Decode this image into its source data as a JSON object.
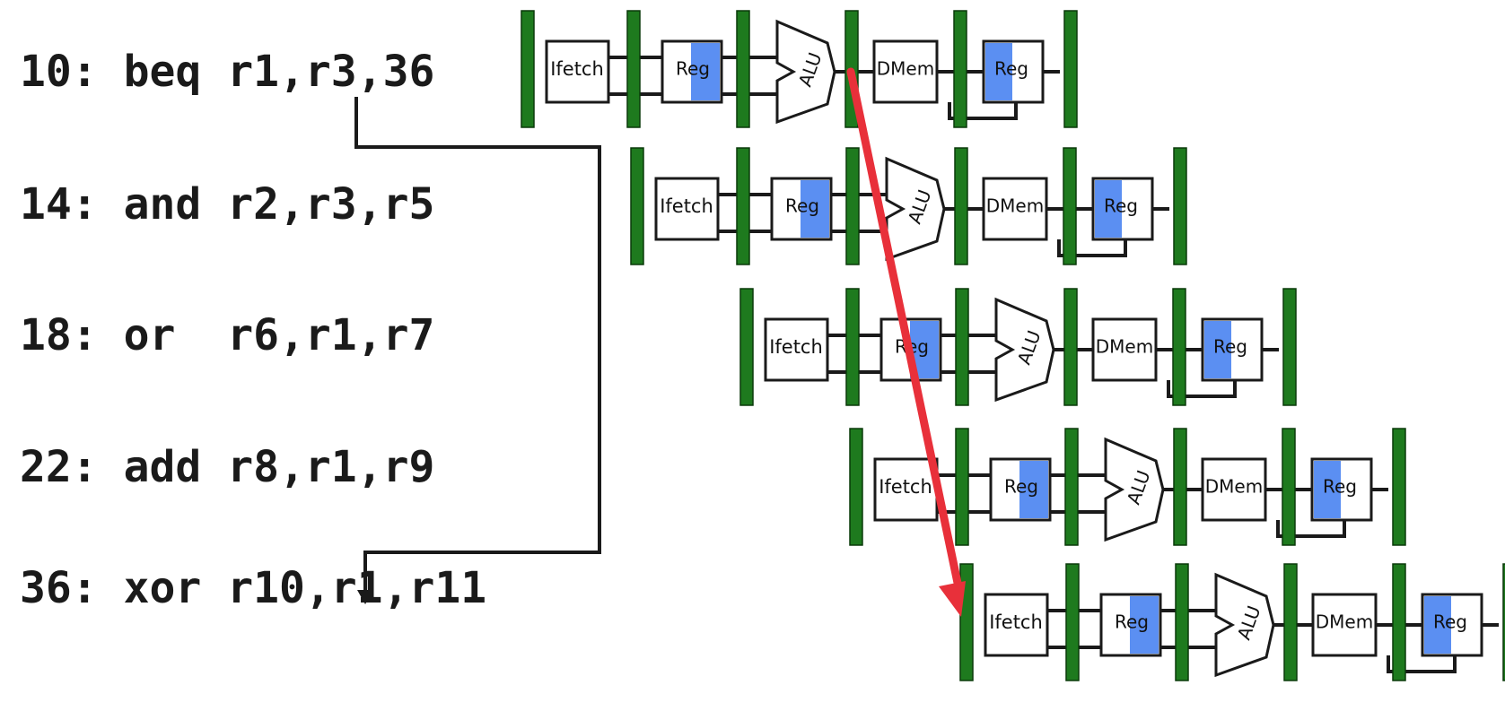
{
  "instructions": [
    {
      "addr": "10",
      "text": "10: beq r1,r3,36"
    },
    {
      "addr": "14",
      "text": "14: and r2,r3,r5"
    },
    {
      "addr": "18",
      "text": "18: or  r6,r1,r7"
    },
    {
      "addr": "22",
      "text": "22: add r8,r1,r9"
    },
    {
      "addr": "36",
      "text": "36: xor r10,r1,r11"
    }
  ],
  "stage_labels": {
    "ifetch": "Ifetch",
    "reg_read": "Reg",
    "alu": "ALU",
    "dmem": "DMem",
    "reg_write": "Reg"
  },
  "colors": {
    "pipeline_register": "#1e7a1e",
    "reg_highlight": "#5b8ff2",
    "branch_arrow": "#e8303a",
    "line": "#1a1a1a"
  }
}
